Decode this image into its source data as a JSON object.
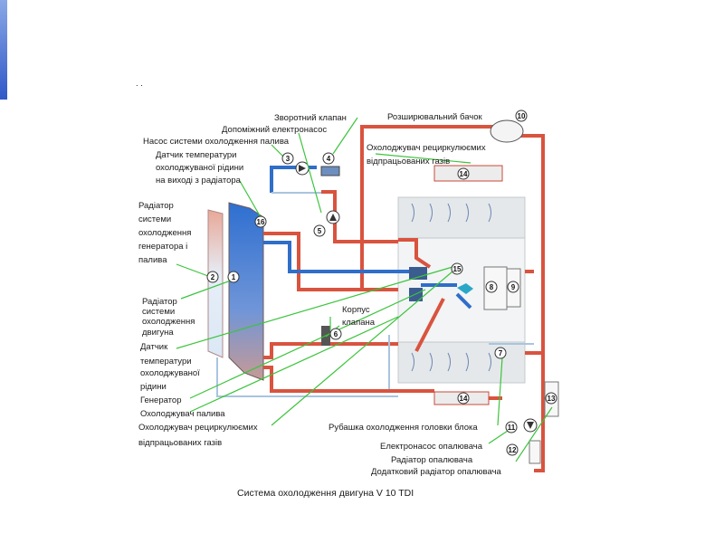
{
  "top_marks": ". .",
  "caption": "Система охолодження двигуна V 10 TDI",
  "colors": {
    "hot": "#d9533f",
    "cold": "#2f6ec9",
    "green_leader": "#3cc43c",
    "accent": "#2f58c8"
  },
  "labels": {
    "check_valve": "Зворотний клапан",
    "aux_pump": "Допоміжний електронасос",
    "fuel_pump": "Насос системи охолодження палива",
    "rad_sensor_1": "Датчик температури",
    "rad_sensor_2": "охолоджуваної рідини",
    "rad_sensor_3": "на виході з радіатора",
    "gen_rad_1": "Радіатор",
    "gen_rad_2": "системи",
    "gen_rad_3": "охолодження",
    "gen_rad_4": "генератора і",
    "gen_rad_5": "палива",
    "eng_rad_1": "Радіатор",
    "eng_rad_2": "системи",
    "eng_rad_3": "охолодження",
    "eng_rad_4": "двигуна",
    "sensor_1": "Датчик",
    "sensor_2": "температури",
    "sensor_3": "охолоджуваної",
    "sensor_4": "рідини",
    "generator": "Генератор",
    "fuel_cooler": "Охолоджувач палива",
    "egr_cooler_1": "Охолоджувач рециркулюємих",
    "egr_cooler_2": "відпрацьованих газів",
    "expansion_tank": "Розширювальний бачок",
    "egr_top_1": "Охолоджувач рециркулюємих",
    "egr_top_2": "відпрацьованих газів",
    "valve_body_1": "Корпус",
    "valve_body_2": "клапана",
    "head_jacket": "Рубашка охолодження головки блока",
    "heater_pump": "Електронасос опалювача",
    "heater_rad": "Радіатор опалювача",
    "aux_heater": "Додатковий радіатор опалювача"
  },
  "callouts": [
    "1",
    "2",
    "3",
    "4",
    "5",
    "6",
    "7",
    "8",
    "9",
    "10",
    "11",
    "12",
    "13",
    "14",
    "14",
    "15",
    "16"
  ]
}
